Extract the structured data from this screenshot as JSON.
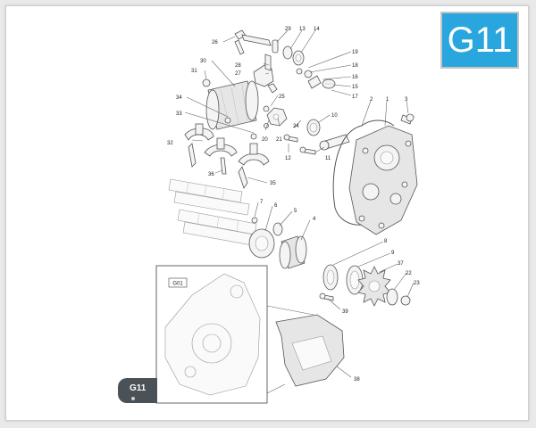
{
  "badge": {
    "code": "G11",
    "color": "#29a6de"
  },
  "page_tag": {
    "code": "G11"
  },
  "inset": {
    "code": "G01"
  },
  "callouts": [
    "1",
    "2",
    "3",
    "4",
    "5",
    "6",
    "7",
    "8",
    "9",
    "10",
    "11",
    "12",
    "13",
    "14",
    "15",
    "16",
    "17",
    "18",
    "19",
    "20",
    "21",
    "22",
    "23",
    "24",
    "25",
    "26",
    "27",
    "28",
    "29",
    "30",
    "31",
    "32",
    "33",
    "34",
    "35",
    "36",
    "37",
    "38",
    "39"
  ]
}
